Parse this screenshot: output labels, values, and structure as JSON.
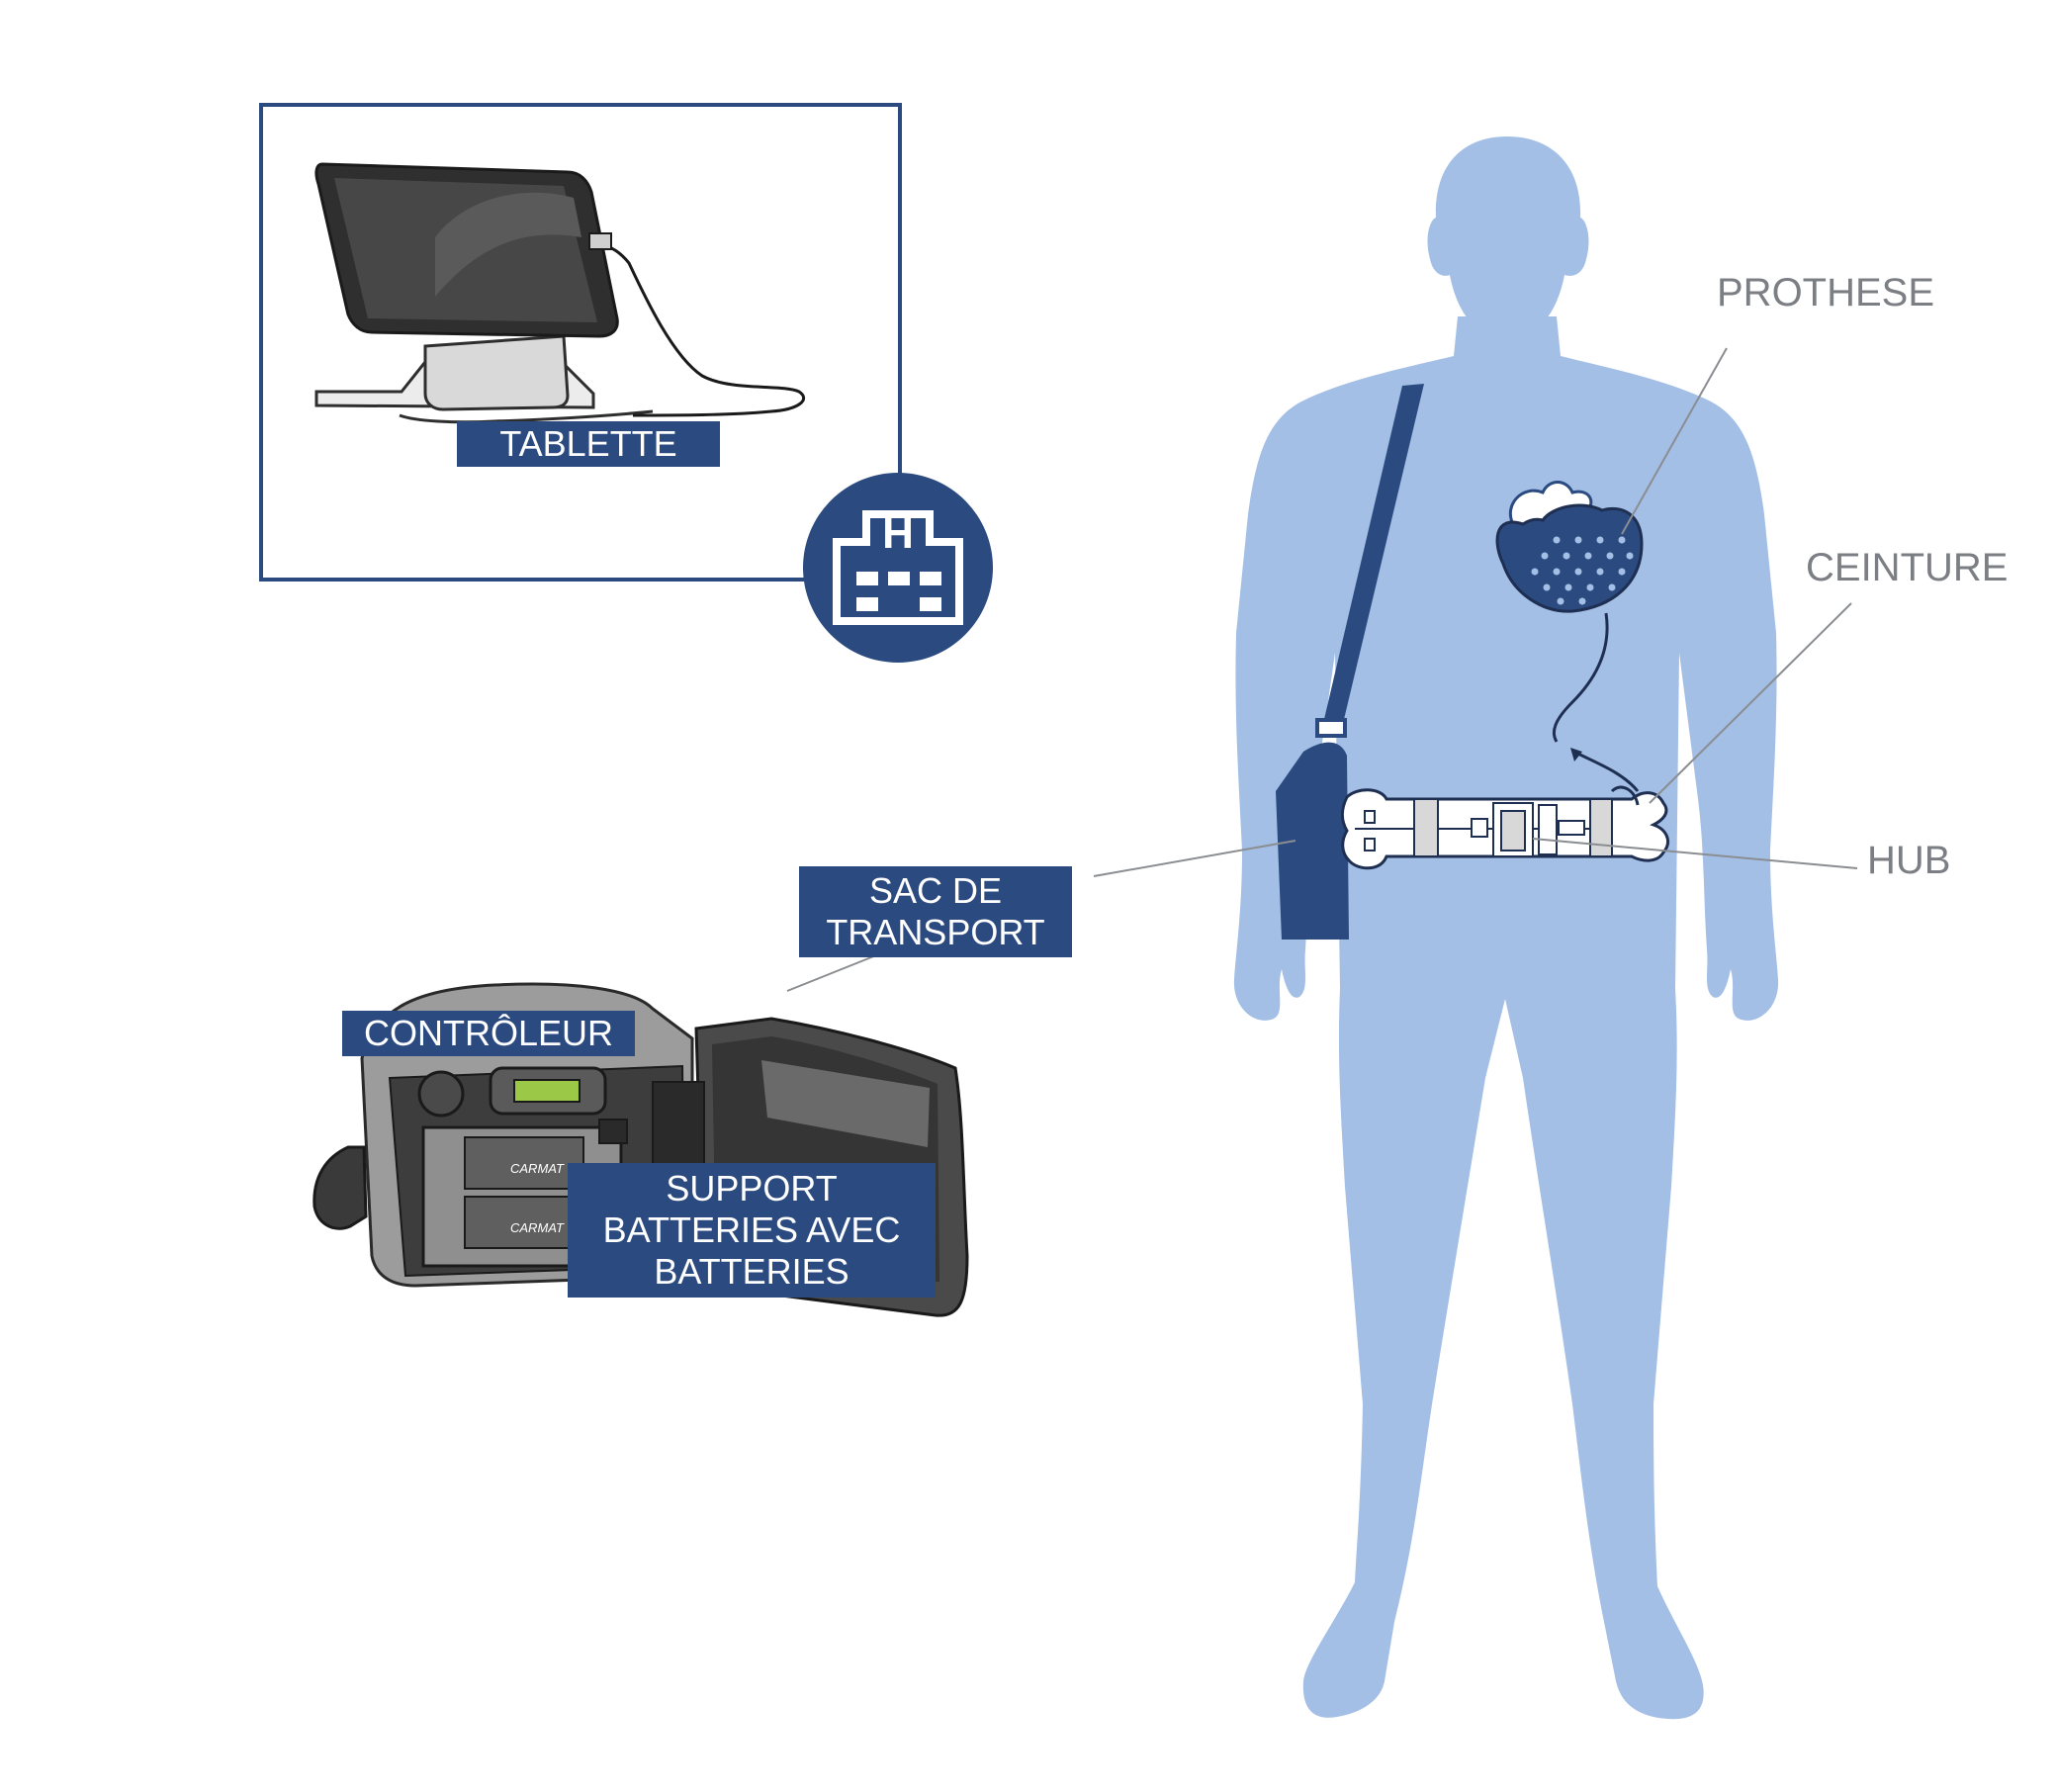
{
  "labels": {
    "tablette": "TABLETTE",
    "sac_de_transport": [
      "SAC DE",
      "TRANSPORT"
    ],
    "controleur": "CONTRÔLEUR",
    "support_batteries": [
      "SUPPORT",
      "BATTERIES AVEC",
      "BATTERIES"
    ],
    "prothese": "PROTHESE",
    "ceinture": "CEINTURE",
    "hub": "HUB"
  },
  "hospital_icon": {
    "icon": "hospital-building-icon",
    "letter": "H"
  },
  "carmat_brand": [
    "CARMAT",
    "CARMAT"
  ],
  "colors": {
    "navy": "#2b4a80",
    "silhouette": "#a3bfe6",
    "leader_line": "#8a8d91",
    "device_dark": "#3d3d3d",
    "device_gray": "#9a9a9a"
  }
}
